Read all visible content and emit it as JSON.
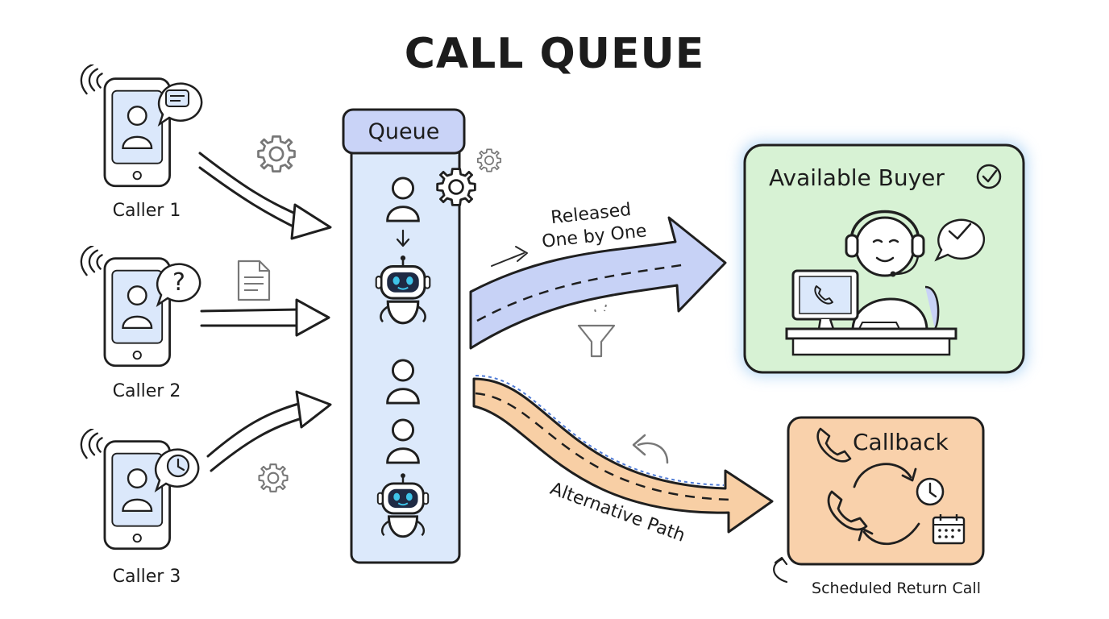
{
  "title": "CALL QUEUE",
  "callers": [
    {
      "label": "Caller 1",
      "bubble_icon": "message-icon"
    },
    {
      "label": "Caller 2",
      "bubble_icon": "question-icon"
    },
    {
      "label": "Caller 3",
      "bubble_icon": "clock-icon"
    }
  ],
  "queue": {
    "label": "Queue",
    "items": [
      "person-icon",
      "robot-icon",
      "person-icon",
      "person-icon",
      "robot-icon"
    ]
  },
  "main_path": {
    "label_line1": "Released",
    "label_line2": "One by One"
  },
  "buyer": {
    "label": "Available Buyer"
  },
  "alt_path": {
    "label": "Alternative Path"
  },
  "callback": {
    "label": "Callback",
    "note": "Scheduled Return Call"
  },
  "colors": {
    "queue_fill": "#dce9fb",
    "queue_header": "#c9d3f7",
    "buyer_fill": "#d7f2d4",
    "buyer_glow": "#9ccaf3",
    "callback_fill": "#f9d1ab",
    "main_arrow": "#c7d2f6",
    "alt_arrow": "#f8cfa5",
    "robot_eyes": "#3fc3e8"
  }
}
